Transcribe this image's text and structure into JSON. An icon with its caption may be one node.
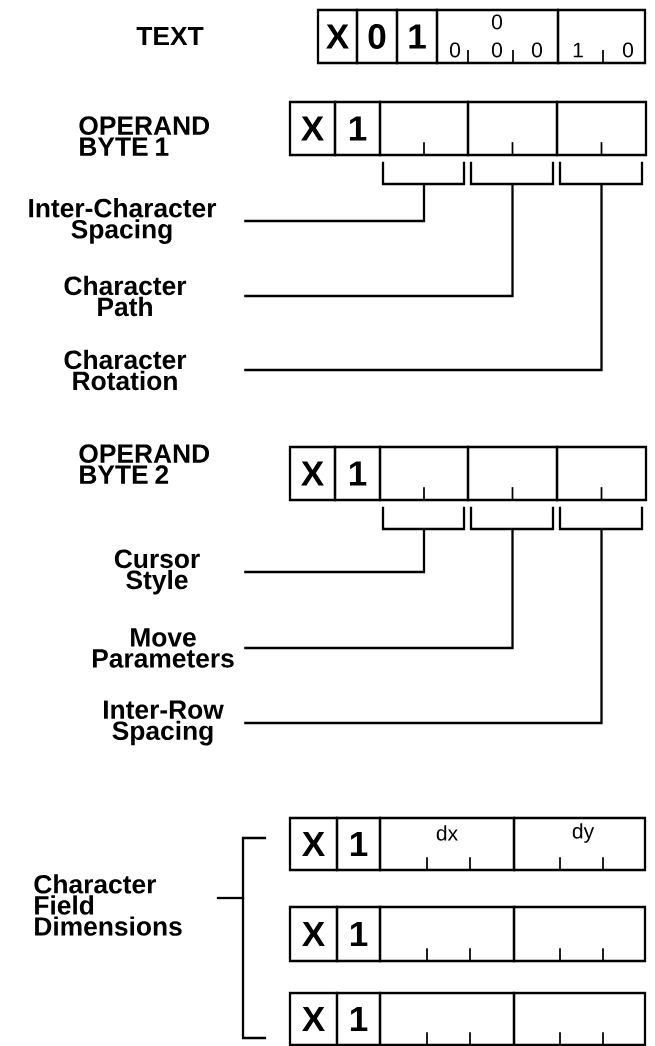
{
  "diagram": {
    "nodes": [
      {
        "text": [
          "X"
        ]
      },
      {
        "text": [
          "0"
        ]
      },
      {
        "text": [
          "1"
        ]
      },
      {
        "text": [
          "0",
          "0",
          "0",
          "0"
        ]
      },
      {
        "text": [
          "1",
          "0"
        ]
      },
      {
        "text": [
          "X"
        ]
      },
      {
        "text": [
          "1"
        ]
      },
      {
        "text": [],
        "shape": "box"
      },
      {
        "text": [],
        "shape": "box"
      },
      {
        "text": [],
        "shape": "box"
      },
      {
        "text": [
          "Inter-Character Spacing"
        ]
      },
      {
        "text": [
          "Character Path"
        ]
      },
      {
        "text": [
          "Character Rotation"
        ]
      },
      {
        "text": [
          "X"
        ]
      },
      {
        "text": [
          "1"
        ]
      },
      {
        "text": [],
        "shape": "box"
      },
      {
        "text": [],
        "shape": "box"
      },
      {
        "text": [],
        "shape": "box"
      },
      {
        "text": [
          "Cursor Style"
        ]
      },
      {
        "text": [
          "Move Parameters"
        ]
      },
      {
        "text": [
          "Inter-Row Spacing"
        ]
      },
      {
        "text": [
          "X"
        ]
      },
      {
        "text": [
          "1"
        ]
      },
      {
        "text": [
          "dx"
        ]
      },
      {
        "text": [
          "dy"
        ]
      },
      {
        "text": [
          "X"
        ]
      },
      {
        "text": [
          "1"
        ]
      },
      {
        "text": [],
        "shape": "box"
      },
      {
        "text": [],
        "shape": "box"
      },
      {
        "text": [
          "X"
        ]
      },
      {
        "text": [
          "1"
        ]
      },
      {
        "text": [],
        "shape": "box"
      },
      {
        "text": [],
        "shape": "box"
      }
    ],
    "edges": [
      {
        "from": 10,
        "to": 7,
        "arrow": "none"
      },
      {
        "from": 11,
        "to": 8,
        "arrow": "none"
      },
      {
        "from": 12,
        "to": 9,
        "arrow": "none"
      },
      {
        "from": 18,
        "to": 15,
        "arrow": "none"
      },
      {
        "from": 19,
        "to": 16,
        "arrow": "none"
      },
      {
        "from": 20,
        "to": 17,
        "arrow": "none"
      }
    ],
    "labels": [
      "TEXT",
      "OPERAND BYTE 1",
      "OPERAND BYTE 2",
      "Character Field Dimensions"
    ]
  }
}
